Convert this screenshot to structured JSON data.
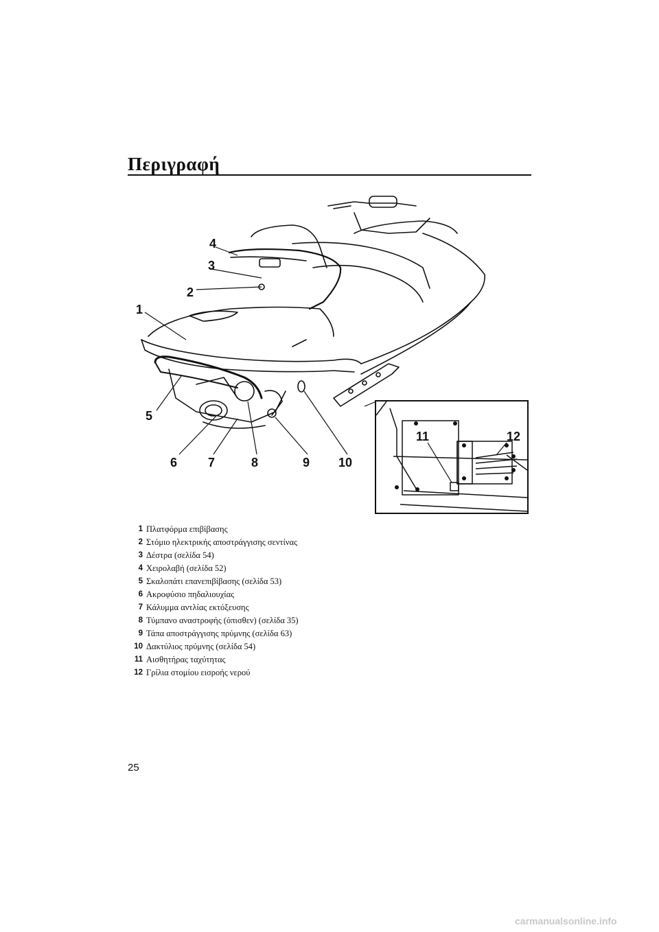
{
  "page": {
    "title": "Περιγραφή",
    "page_number": "25",
    "watermark": "carmanualsonline.info"
  },
  "figure": {
    "callouts": [
      "1",
      "2",
      "3",
      "4",
      "5",
      "6",
      "7",
      "8",
      "9",
      "10",
      "11",
      "12"
    ]
  },
  "legend": [
    {
      "num": "1",
      "text": "Πλατφόρμα επιβίβασης"
    },
    {
      "num": "2",
      "text": "Στόμιο ηλεκτρικής αποστράγγισης σεντίνας"
    },
    {
      "num": "3",
      "text": "Δέστρα (σελίδα 54)"
    },
    {
      "num": "4",
      "text": "Χειρολαβή (σελίδα 52)"
    },
    {
      "num": "5",
      "text": "Σκαλοπάτι επανεπιβίβασης (σελίδα 53)"
    },
    {
      "num": "6",
      "text": "Ακροφύσιο πηδαλιουχίας"
    },
    {
      "num": "7",
      "text": "Κάλυμμα αντλίας εκτόξευσης"
    },
    {
      "num": "8",
      "text": "Τύμπανο αναστροφής (όπισθεν) (σελίδα 35)"
    },
    {
      "num": "9",
      "text": "Τάπα αποστράγγισης πρύμνης (σελίδα 63)"
    },
    {
      "num": "10",
      "text": "Δακτύλιος πρύμνης (σελίδα 54)"
    },
    {
      "num": "11",
      "text": "Αισθητήρας ταχύτητας"
    },
    {
      "num": "12",
      "text": "Γρίλια στομίου εισροής νερού"
    }
  ]
}
